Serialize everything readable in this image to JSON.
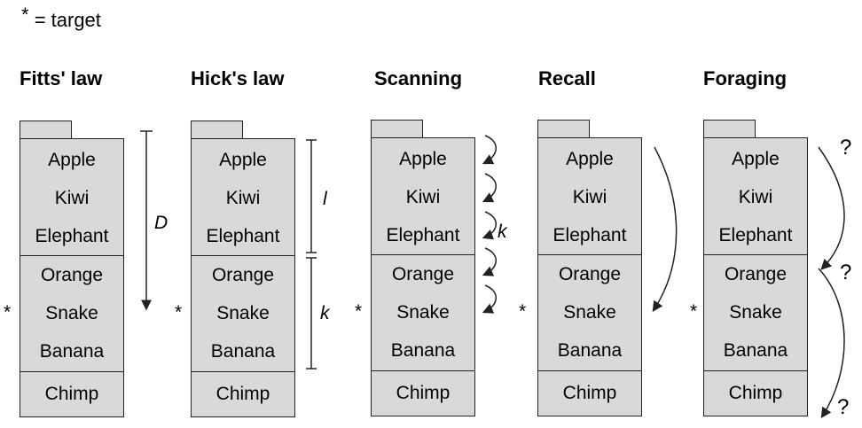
{
  "legend": {
    "star": "*",
    "text": "= target"
  },
  "panels": [
    {
      "title": "Fitts' law"
    },
    {
      "title": "Hick's law"
    },
    {
      "title": "Scanning"
    },
    {
      "title": "Recall"
    },
    {
      "title": "Foraging"
    }
  ],
  "items": {
    "group1": [
      "Apple",
      "Kiwi",
      "Elephant"
    ],
    "group2": [
      "Orange",
      "Snake",
      "Banana"
    ],
    "group3": [
      "Chimp"
    ]
  },
  "target_marker": "*",
  "annotations": {
    "fitts_distance": "D",
    "hick_top": "l",
    "hick_bottom": "k",
    "scanning_steps": "k",
    "foraging_unknown": "?"
  }
}
